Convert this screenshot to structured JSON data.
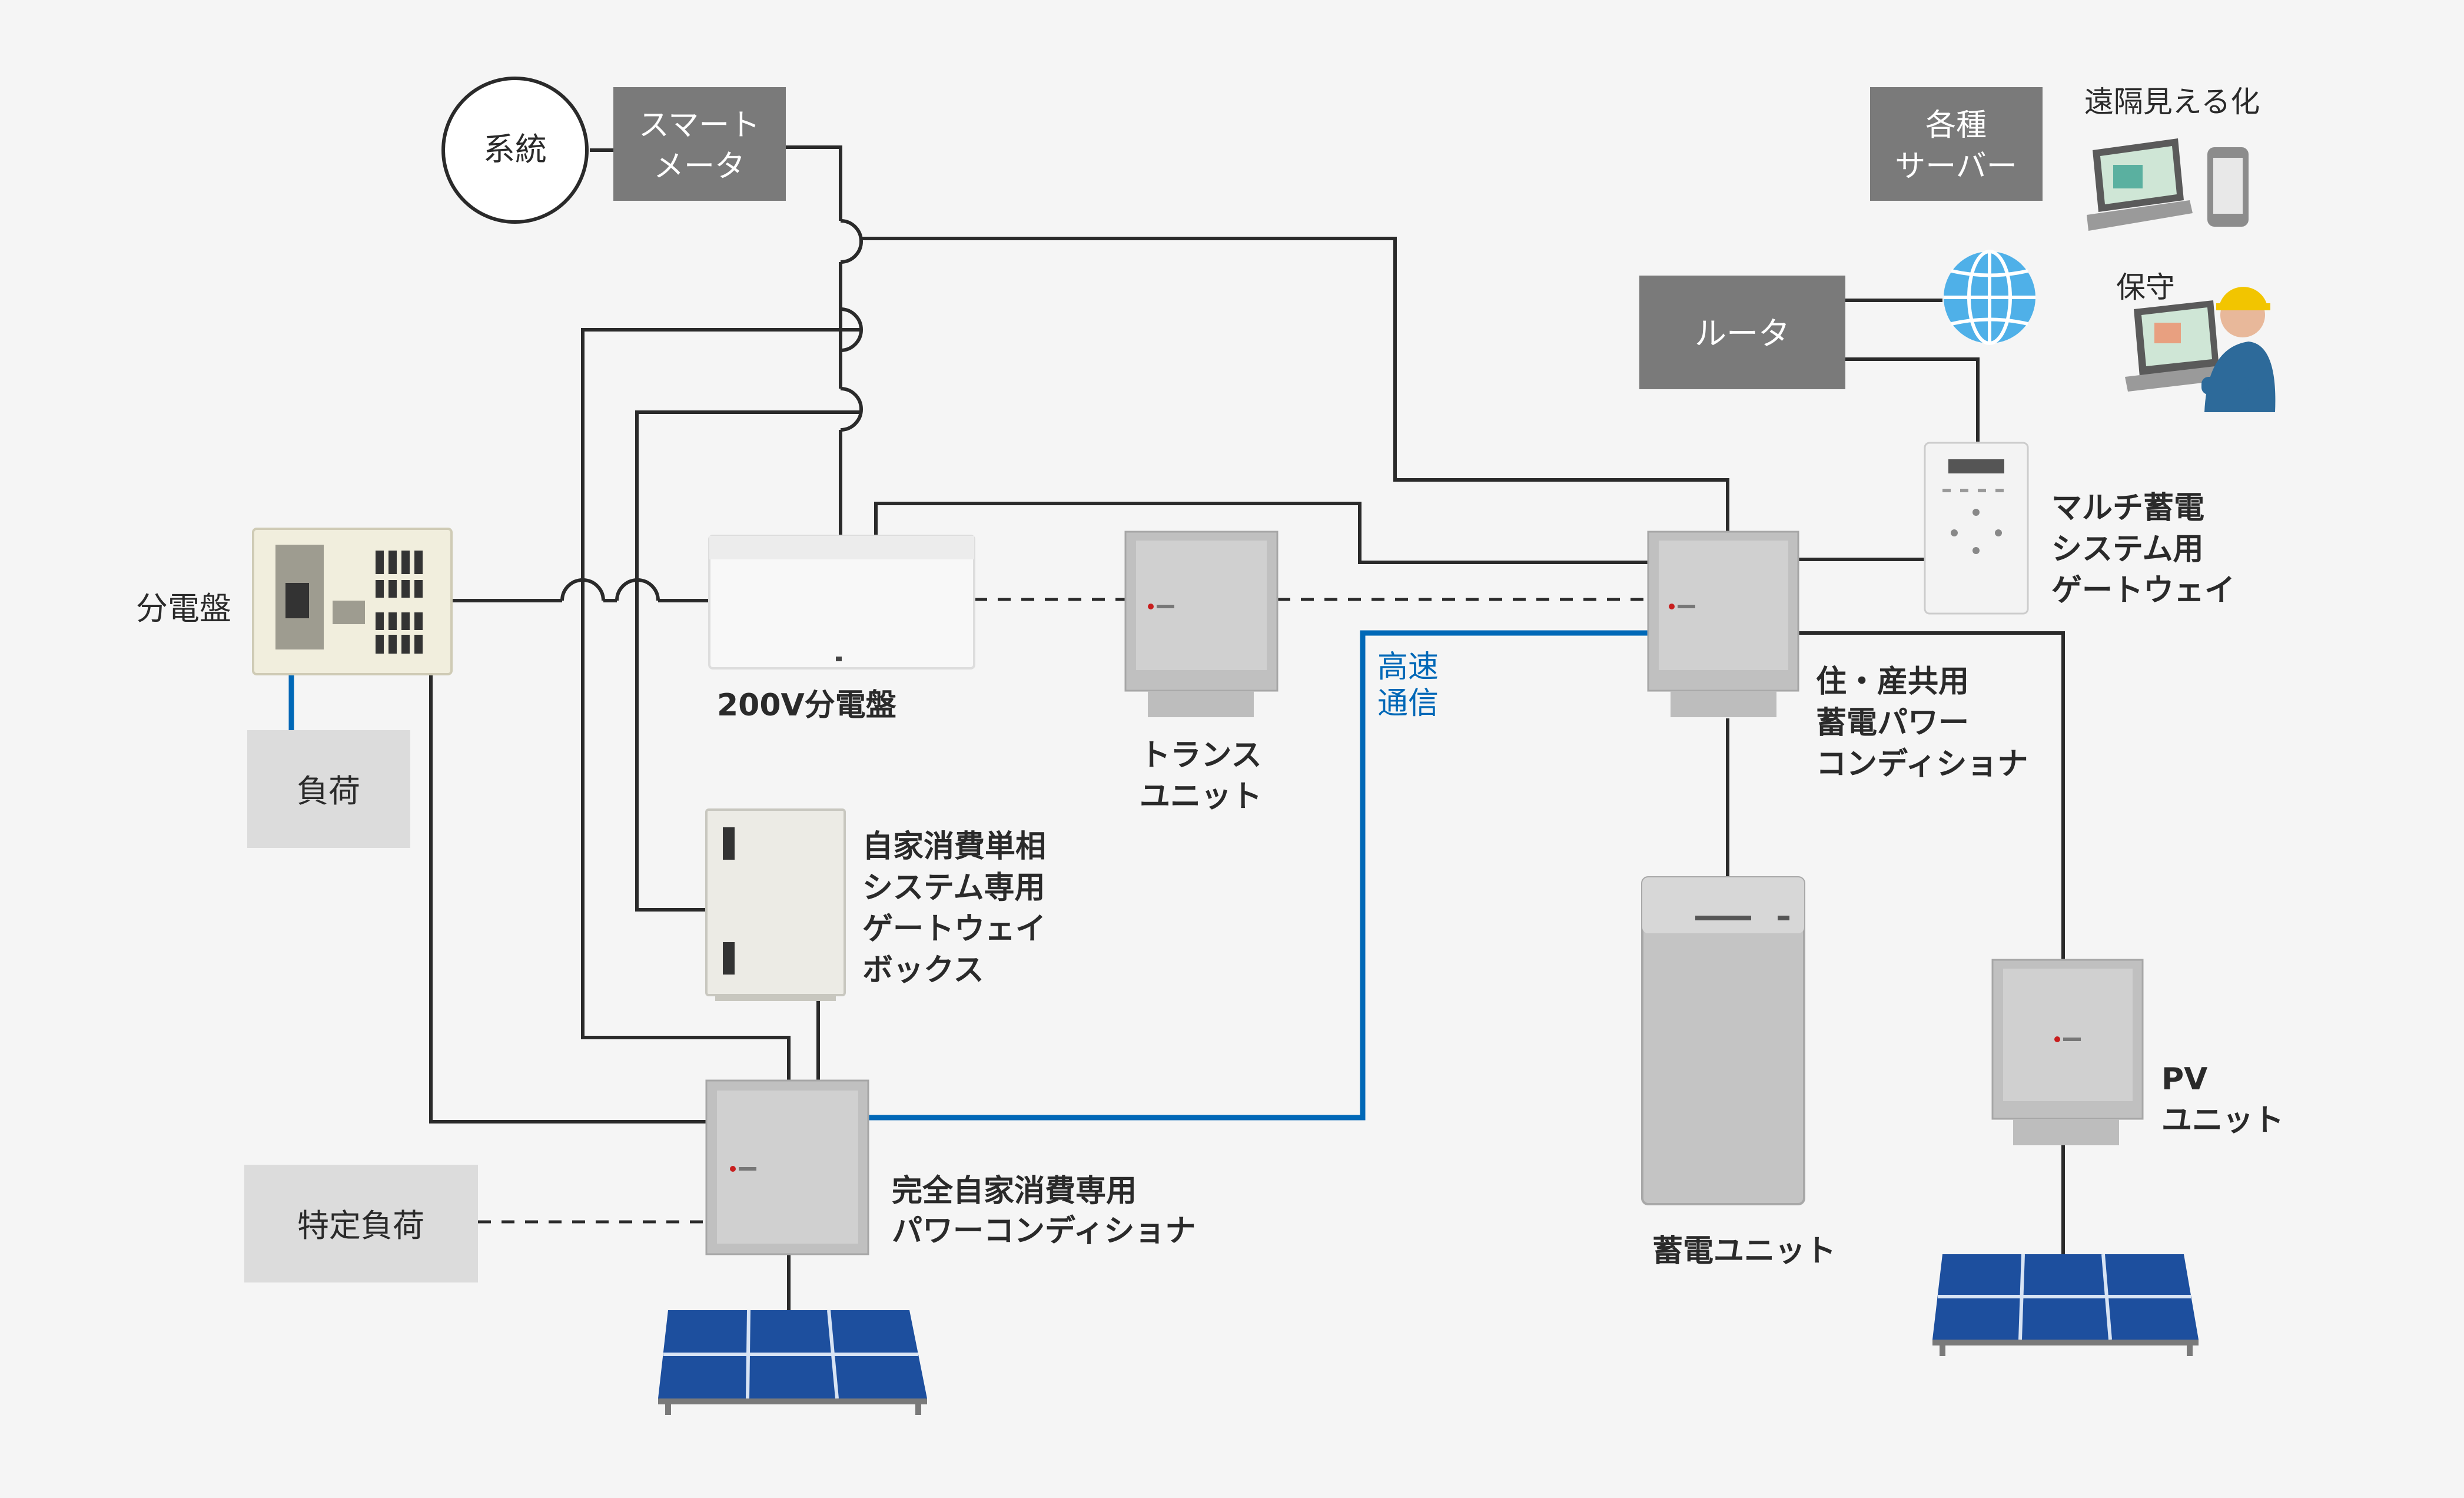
{
  "grid": {
    "label": "系統"
  },
  "smart_meter": {
    "line1": "スマート",
    "line2": "メータ"
  },
  "servers": {
    "line1": "各種",
    "line2": "サーバー"
  },
  "remote_view": {
    "label": "遠隔見える化"
  },
  "maintenance": {
    "label": "保守"
  },
  "router": {
    "label": "ルータ"
  },
  "distribution_board": {
    "label": "分電盤"
  },
  "load": {
    "label": "負荷"
  },
  "specific_load": {
    "label": "特定負荷"
  },
  "board_200v": {
    "label": "200V分電盤"
  },
  "trans_unit": {
    "line1": "トランス",
    "line2": "ユニット"
  },
  "high_speed_comm": {
    "line1": "高速",
    "line2": "通信"
  },
  "storage_pcs": {
    "line1": "住・産共用",
    "line2": "蓄電パワー",
    "line3": "コンディショナ"
  },
  "gateway": {
    "line1": "マルチ蓄電",
    "line2": "システム用",
    "line3": "ゲートウェイ"
  },
  "gateway_box": {
    "line1": "自家消費単相",
    "line2": "システム専用",
    "line3": "ゲートウェイ",
    "line4": "ボックス"
  },
  "pv_pcs": {
    "line1": "完全自家消費専用",
    "line2": "パワーコンディショナ"
  },
  "battery_unit": {
    "label": "蓄電ユニット"
  },
  "pv_unit": {
    "line1": "PV",
    "line2": "ユニット"
  },
  "colors": {
    "line": "#2a2a2a",
    "comm": "#0068b7",
    "box_dark": "#7a7a7a",
    "box_light": "#dcdcdc",
    "solar": "#1d4f9e"
  }
}
